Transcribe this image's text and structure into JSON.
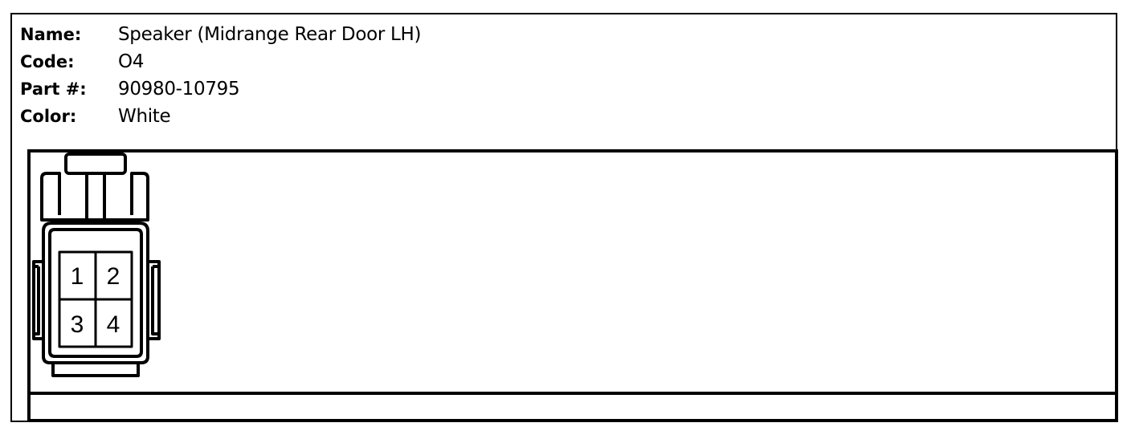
{
  "connector": {
    "name_label": "Name:",
    "name_value": "Speaker (Midrange Rear Door LH)",
    "code_label": "Code:",
    "code_value": "O4",
    "part_label": "Part #:",
    "part_value": "90980-10795",
    "color_label": "Color:",
    "color_value": "White"
  },
  "pins": [
    "1",
    "2",
    "3",
    "4"
  ]
}
